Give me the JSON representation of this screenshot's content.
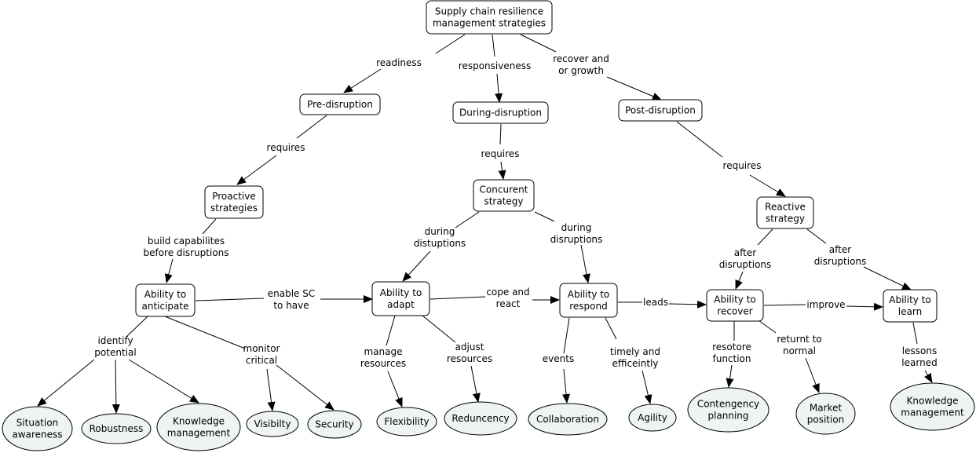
{
  "concepts": {
    "root": [
      "Supply chain resilience",
      "management strategies"
    ],
    "pre": [
      "Pre-disruption"
    ],
    "during": [
      "During-disruption"
    ],
    "post": [
      "Post-disruption"
    ],
    "proactive": [
      "Proactive",
      "strategies"
    ],
    "concurrent": [
      "Concurent",
      "strategy"
    ],
    "reactive": [
      "Reactive",
      "strategy"
    ],
    "anticipate": [
      "Ability to",
      "anticipate"
    ],
    "adapt": [
      "Ability to",
      "adapt"
    ],
    "respond": [
      "Ability to",
      "respond"
    ],
    "recover": [
      "Ability to",
      "recover"
    ],
    "learn": [
      "Ability to",
      "learn"
    ],
    "situation": [
      "Situation",
      "awareness"
    ],
    "robustness": [
      "Robustness"
    ],
    "km1": [
      "Knowledge",
      "management"
    ],
    "visibility": [
      "Visibilty"
    ],
    "security": [
      "Security"
    ],
    "flexibility": [
      "Flexibility"
    ],
    "redundancy": [
      "Reduncency"
    ],
    "collaboration": [
      "Collaboration"
    ],
    "agility": [
      "Agility"
    ],
    "contingency": [
      "Contengency",
      "planning"
    ],
    "market": [
      "Market",
      "position"
    ],
    "km2": [
      "Knowledge",
      "management"
    ]
  },
  "linking_phrases": {
    "readiness": [
      "readiness"
    ],
    "responsiveness": [
      "responsiveness"
    ],
    "recover_growth": [
      "recover and",
      "or growth"
    ],
    "requires_pre": [
      "requires"
    ],
    "requires_during": [
      "requires"
    ],
    "requires_post": [
      "requires"
    ],
    "build": [
      "build capabilites",
      "before disruptions"
    ],
    "during_dist": [
      "during",
      "distuptions"
    ],
    "during_disr": [
      "during",
      "disruptions"
    ],
    "after1": [
      "after",
      "disruptions"
    ],
    "after2": [
      "after",
      "disruptions"
    ],
    "enable": [
      "enable SC",
      "to have"
    ],
    "cope": [
      "cope and",
      "react"
    ],
    "leads": [
      "leads"
    ],
    "improve": [
      "improve"
    ],
    "identify": [
      "identify",
      "potential"
    ],
    "monitor": [
      "monitor",
      "critical"
    ],
    "manage": [
      "manage",
      "resources"
    ],
    "adjust": [
      "adjust",
      "resources"
    ],
    "events": [
      "events"
    ],
    "timely": [
      "timely and",
      "efficeintly"
    ],
    "restore": [
      "resotore",
      "function"
    ],
    "return": [
      "returnt to",
      "normal"
    ],
    "lessons": [
      "lessons",
      "learned"
    ]
  }
}
